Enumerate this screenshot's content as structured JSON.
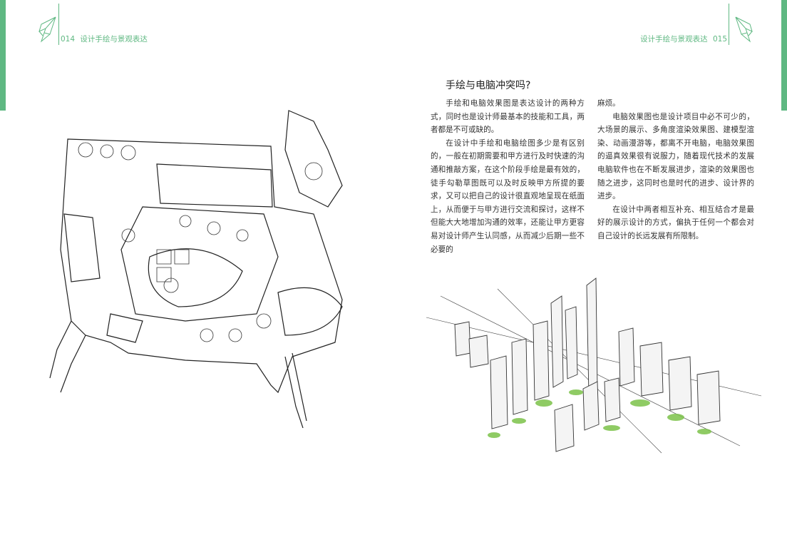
{
  "header": {
    "left_page_number": "014",
    "left_running_title": "设计手绘与景观表达",
    "right_running_title": "设计手绘与景观表达",
    "right_page_number": "015",
    "accent_color": "#5fb882",
    "logo_icon": "leaf-icon"
  },
  "article": {
    "title": "手绘与电脑冲突吗?",
    "left_column": [
      "手绘和电脑效果图是表达设计的两种方式，同时也是设计师最基本的技能和工具，两者都是不可或缺的。",
      "在设计中手绘和电脑绘图多少是有区别的，一般在初期需要和甲方进行及时快速的沟通和推敲方案，在这个阶段手绘是最有效的，徒手勾勒草图既可以及时反映甲方所提的要求，又可以把自己的设计很直观地呈现在纸面上，从而便于与甲方进行交流和探讨，这样不但能大大地增加沟通的效率，还能让甲方更容易对设计师产生认同感，从而减少后期一些不必要的"
    ],
    "right_column": [
      "麻烦。",
      "电脑效果图也是设计项目中必不可少的，大场景的展示、多角度渲染效果图、建模型渲染、动画漫游等，都离不开电脑，电脑效果图的逼真效果很有说服力，随着现代技术的发展电脑软件也在不断发展进步，渲染的效果图也随之进步，这同时也是时代的进步、设计界的进步。",
      "在设计中两者相互补充、相互结合才是最好的展示设计的方式，偏执于任何一个都会对自己设计的长远发展有所限制。"
    ]
  },
  "figures": {
    "left": "hand-drawn-site-plan-sketch",
    "right": "city-aerial-perspective-sketch"
  }
}
